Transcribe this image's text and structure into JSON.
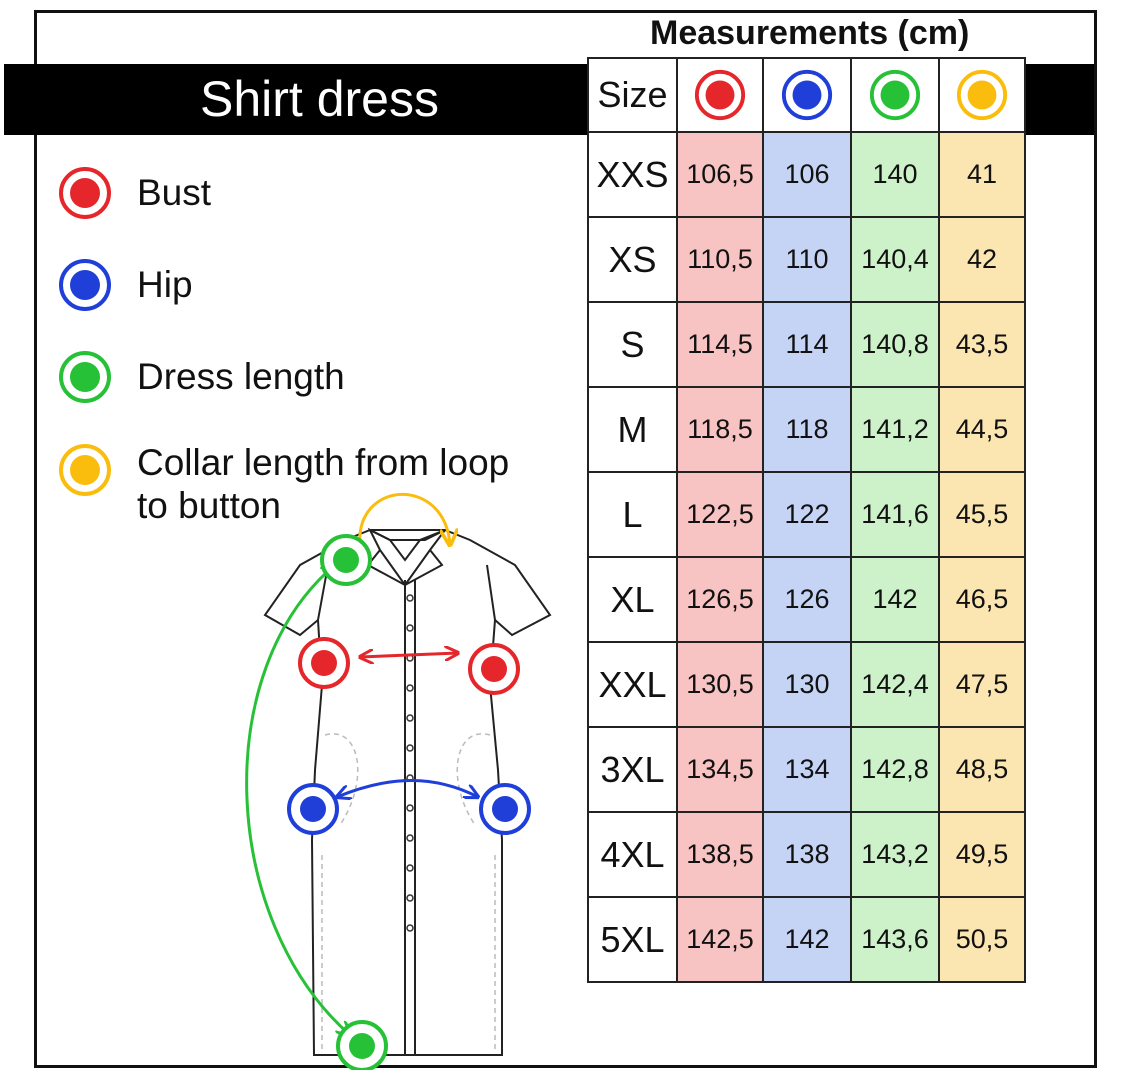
{
  "title": "Shirt dress",
  "measurements_title": "Measurements (cm)",
  "colors": {
    "bust": "#e5262b",
    "hip": "#1f3fd8",
    "dress_length": "#27c137",
    "collar": "#fbbd0d"
  },
  "legend": [
    {
      "key": "bust",
      "label": "Bust",
      "icon": "red-circle-icon"
    },
    {
      "key": "hip",
      "label": "Hip",
      "icon": "blue-circle-icon"
    },
    {
      "key": "dress_length",
      "label": "Dress length",
      "icon": "green-circle-icon"
    },
    {
      "key": "collar",
      "label_line1": "Collar length from loop",
      "label_line2": "to button",
      "icon": "yellow-circle-icon"
    }
  ],
  "table": {
    "size_header": "Size",
    "rows": [
      {
        "size": "XXS",
        "bust": "106,5",
        "hip": "106",
        "length": "140",
        "collar": "41"
      },
      {
        "size": "XS",
        "bust": "110,5",
        "hip": "110",
        "length": "140,4",
        "collar": "42"
      },
      {
        "size": "S",
        "bust": "114,5",
        "hip": "114",
        "length": "140,8",
        "collar": "43,5"
      },
      {
        "size": "M",
        "bust": "118,5",
        "hip": "118",
        "length": "141,2",
        "collar": "44,5"
      },
      {
        "size": "L",
        "bust": "122,5",
        "hip": "122",
        "length": "141,6",
        "collar": "45,5"
      },
      {
        "size": "XL",
        "bust": "126,5",
        "hip": "126",
        "length": "142",
        "collar": "46,5"
      },
      {
        "size": "XXL",
        "bust": "130,5",
        "hip": "130",
        "length": "142,4",
        "collar": "47,5"
      },
      {
        "size": "3XL",
        "bust": "134,5",
        "hip": "134",
        "length": "142,8",
        "collar": "48,5"
      },
      {
        "size": "4XL",
        "bust": "138,5",
        "hip": "138",
        "length": "143,2",
        "collar": "49,5"
      },
      {
        "size": "5XL",
        "bust": "142,5",
        "hip": "142",
        "length": "143,6",
        "collar": "50,5"
      }
    ]
  }
}
